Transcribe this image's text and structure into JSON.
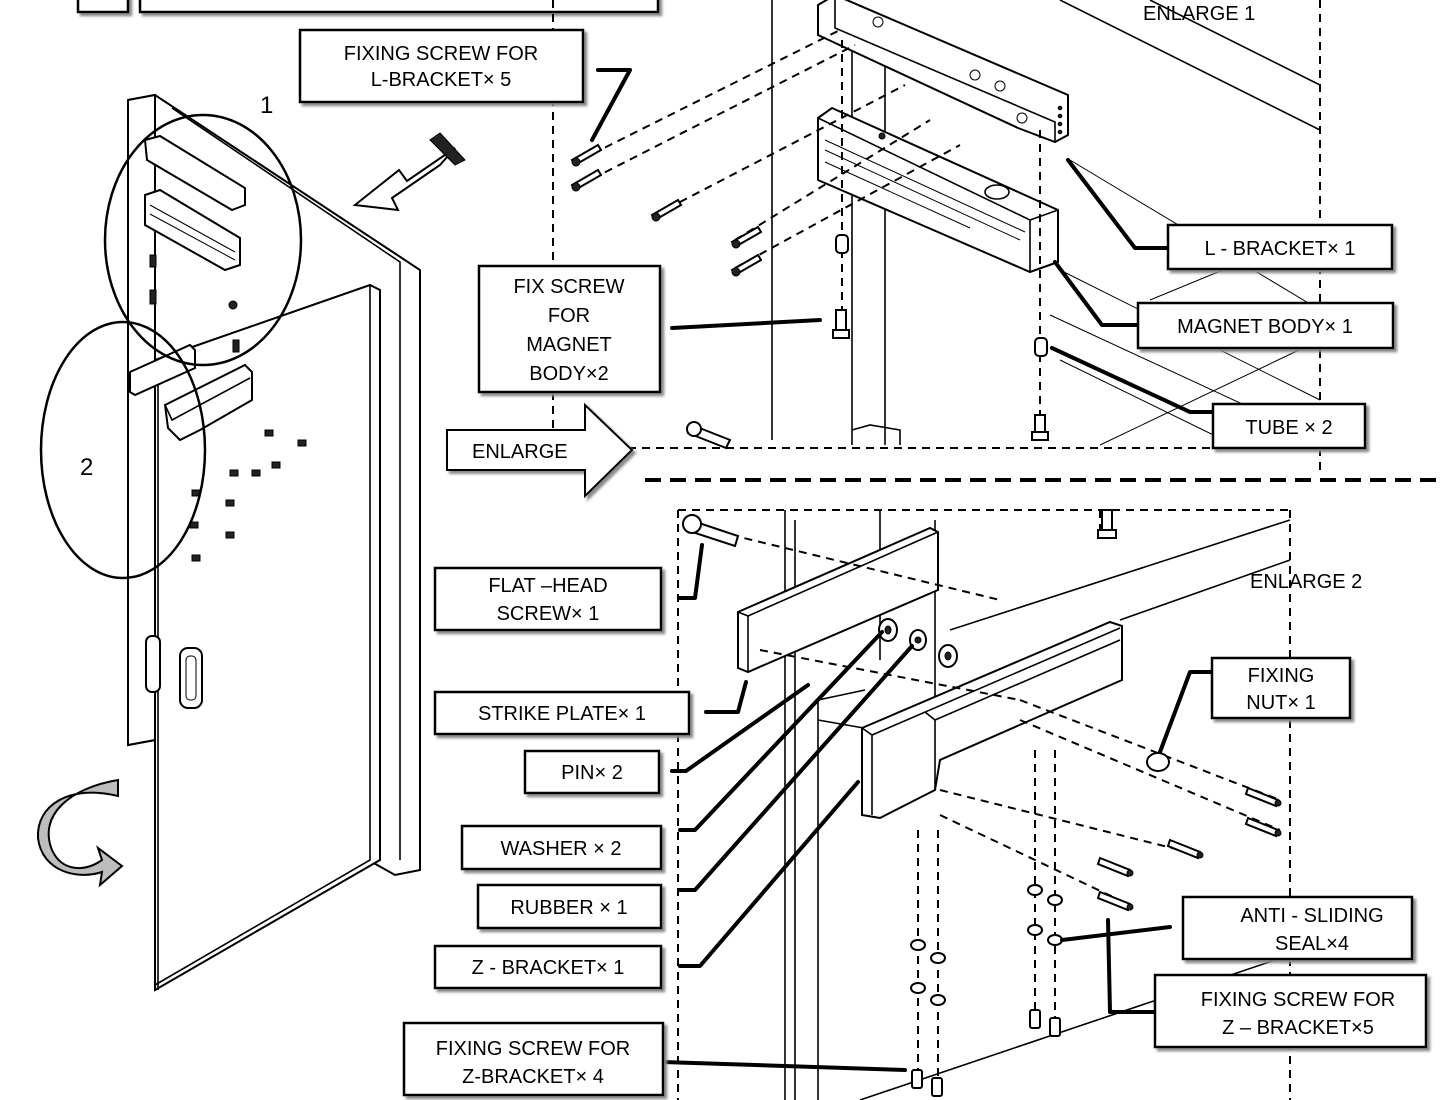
{
  "labels": {
    "fixing_screw_l_bracket": [
      "FIXING SCREW FOR",
      "L-BRACKET× 5"
    ],
    "l_bracket": "L - BRACKET× 1",
    "fix_screw_magnet_body": [
      "FIX SCREW",
      "FOR",
      "MAGNET",
      "BODY×2"
    ],
    "magnet_body": "MAGNET BODY× 1",
    "tube": "TUBE × 2",
    "enlarge": "ENLARGE",
    "enlarge_1": "ENLARGE 1",
    "enlarge_2": "ENLARGE 2",
    "circle_1": "1",
    "circle_2": "2",
    "flat_head_screw": [
      "FLAT –HEAD",
      "SCREW× 1"
    ],
    "strike_plate": "STRIKE PLATE× 1",
    "pin": "PIN× 2",
    "washer": "WASHER × 2",
    "rubber": "RUBBER × 1",
    "z_bracket": "Z - BRACKET× 1",
    "fixing_screw_z_bracket_4": [
      "FIXING SCREW FOR",
      "Z-BRACKET× 4"
    ],
    "fixing_nut": [
      "FIXING",
      "NUT× 1"
    ],
    "anti_sliding_seal": [
      "ANTI - SLIDING",
      "SEAL×4"
    ],
    "fixing_screw_z_bracket_5": [
      "FIXING SCREW FOR",
      "Z – BRACKET×5"
    ]
  },
  "colors": {
    "ink": "#000000",
    "paper": "#ffffff",
    "shadow": "#8a8a8a",
    "arrow_fill": "#bdbdbd"
  }
}
